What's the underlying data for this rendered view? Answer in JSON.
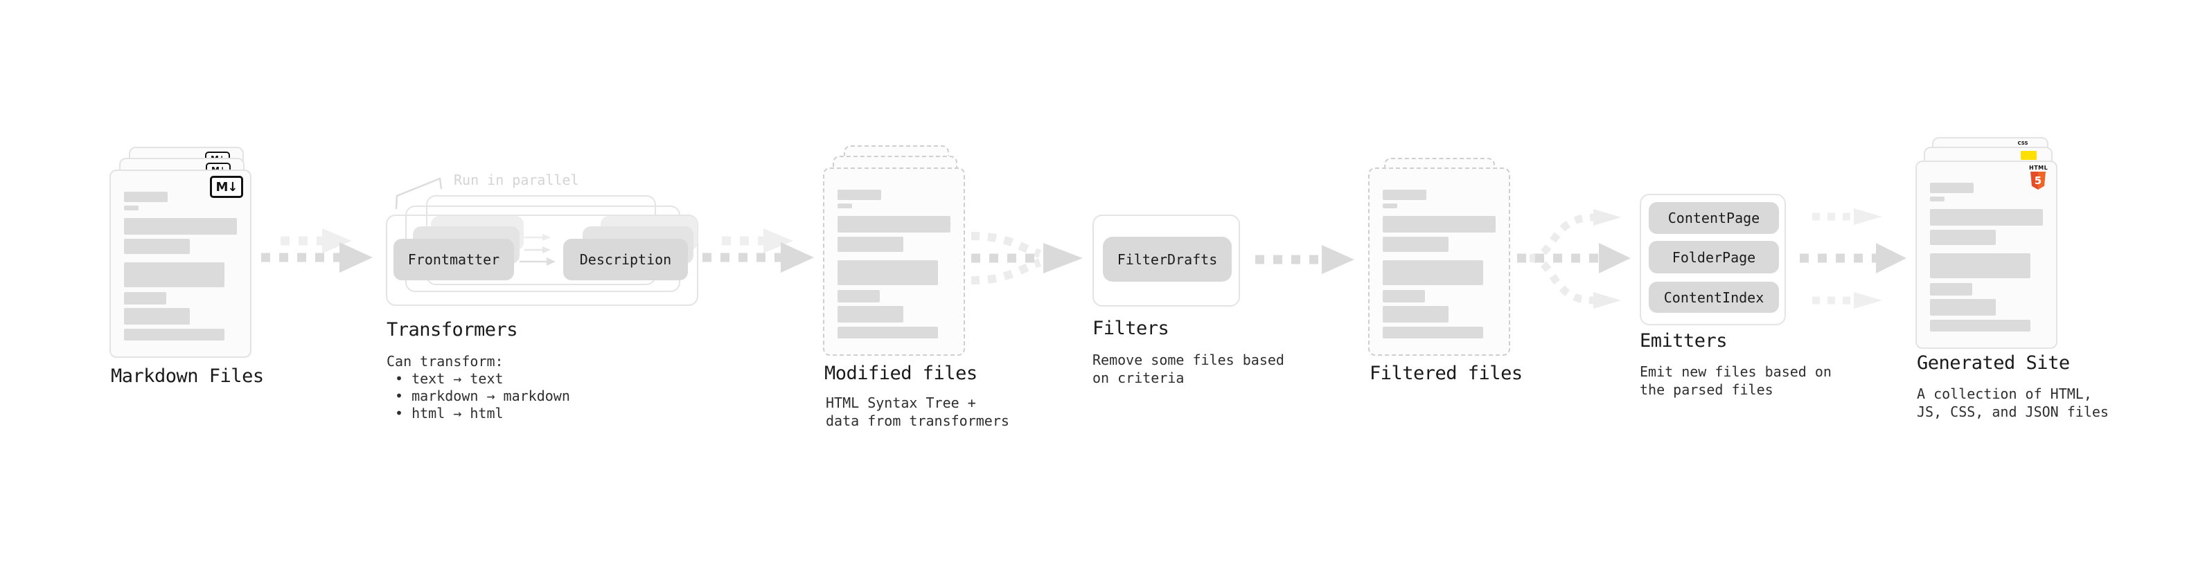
{
  "colors": {
    "card_background": "#fbfbfb",
    "card_border": "#e3e3e3",
    "dashed_border": "#cfcfcf",
    "skeleton_bar": "#dbdbdb",
    "chip_background": "#d9d9d9",
    "arrow_dark": "#dadada",
    "arrow_light": "#efefef",
    "title_text": "#1a1a1a",
    "body_text": "#2e2e2e",
    "annotation_text": "#d4d4d4",
    "html5_orange": "#e44d26",
    "js_yellow": "#ffdf00",
    "css_blue": "#2f6bf2"
  },
  "markdown_files": {
    "label": "Markdown Files",
    "icon_text": "M↓"
  },
  "transformers": {
    "annotation": "Run in parallel",
    "chips": [
      "Frontmatter",
      "Description"
    ],
    "title": "Transformers",
    "subtitle": "Can transform:",
    "bullets": [
      "text → text",
      "markdown → markdown",
      "html → html"
    ]
  },
  "modified_files": {
    "title": "Modified files",
    "subtitle_lines": [
      "HTML Syntax Tree +",
      "data from transformers"
    ]
  },
  "filters": {
    "chip": "FilterDrafts",
    "title": "Filters",
    "subtitle_lines": [
      "Remove some files based",
      "on criteria"
    ]
  },
  "filtered_files": {
    "title": "Filtered files"
  },
  "emitters": {
    "chips": [
      "ContentPage",
      "FolderPage",
      "ContentIndex"
    ],
    "title": "Emitters",
    "subtitle_lines": [
      "Emit new files based on",
      "the parsed files"
    ]
  },
  "generated_site": {
    "title": "Generated Site",
    "subtitle_lines": [
      "A collection of HTML,",
      "JS, CSS, and JSON files"
    ],
    "badges": {
      "html_label": "HTML",
      "html_number": "5",
      "css_label": "CSS"
    }
  }
}
